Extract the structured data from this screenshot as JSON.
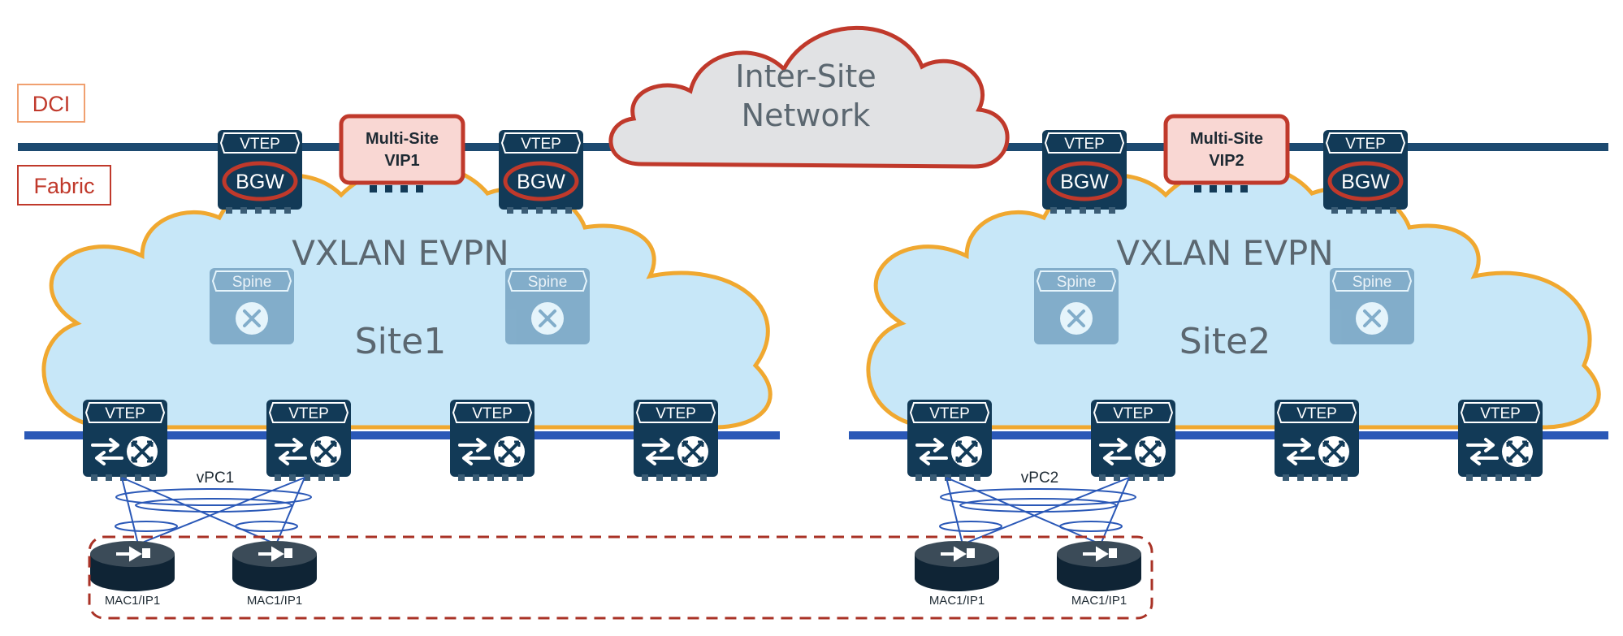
{
  "labels": {
    "dci": "DCI",
    "fabric": "Fabric",
    "isn_line1": "Inter-Site",
    "isn_line2": "Network"
  },
  "sites": [
    {
      "title": "VXLAN EVPN",
      "name": "Site1",
      "vip_line1": "Multi-Site",
      "vip_line2": "VIP1",
      "bgw_tag": "VTEP",
      "bgw_label": "BGW",
      "spine_label": "Spine",
      "leaf_label": "VTEP",
      "vpc_label": "vPC1",
      "hosts": [
        "MAC1/IP1",
        "MAC1/IP1"
      ]
    },
    {
      "title": "VXLAN EVPN",
      "name": "Site2",
      "vip_line1": "Multi-Site",
      "vip_line2": "VIP2",
      "bgw_tag": "VTEP",
      "bgw_label": "BGW",
      "spine_label": "Spine",
      "leaf_label": "VTEP",
      "vpc_label": "vPC2",
      "hosts": [
        "MAC1/IP1",
        "MAC1/IP1"
      ]
    }
  ],
  "colors": {
    "device_navy": "#123a57",
    "cloud_fill": "#c7e7f8",
    "cloud_border": "#f0a830",
    "accent_red": "#c0392b",
    "vip_fill": "#f9d7d3",
    "line_blue": "#2a58b7"
  }
}
